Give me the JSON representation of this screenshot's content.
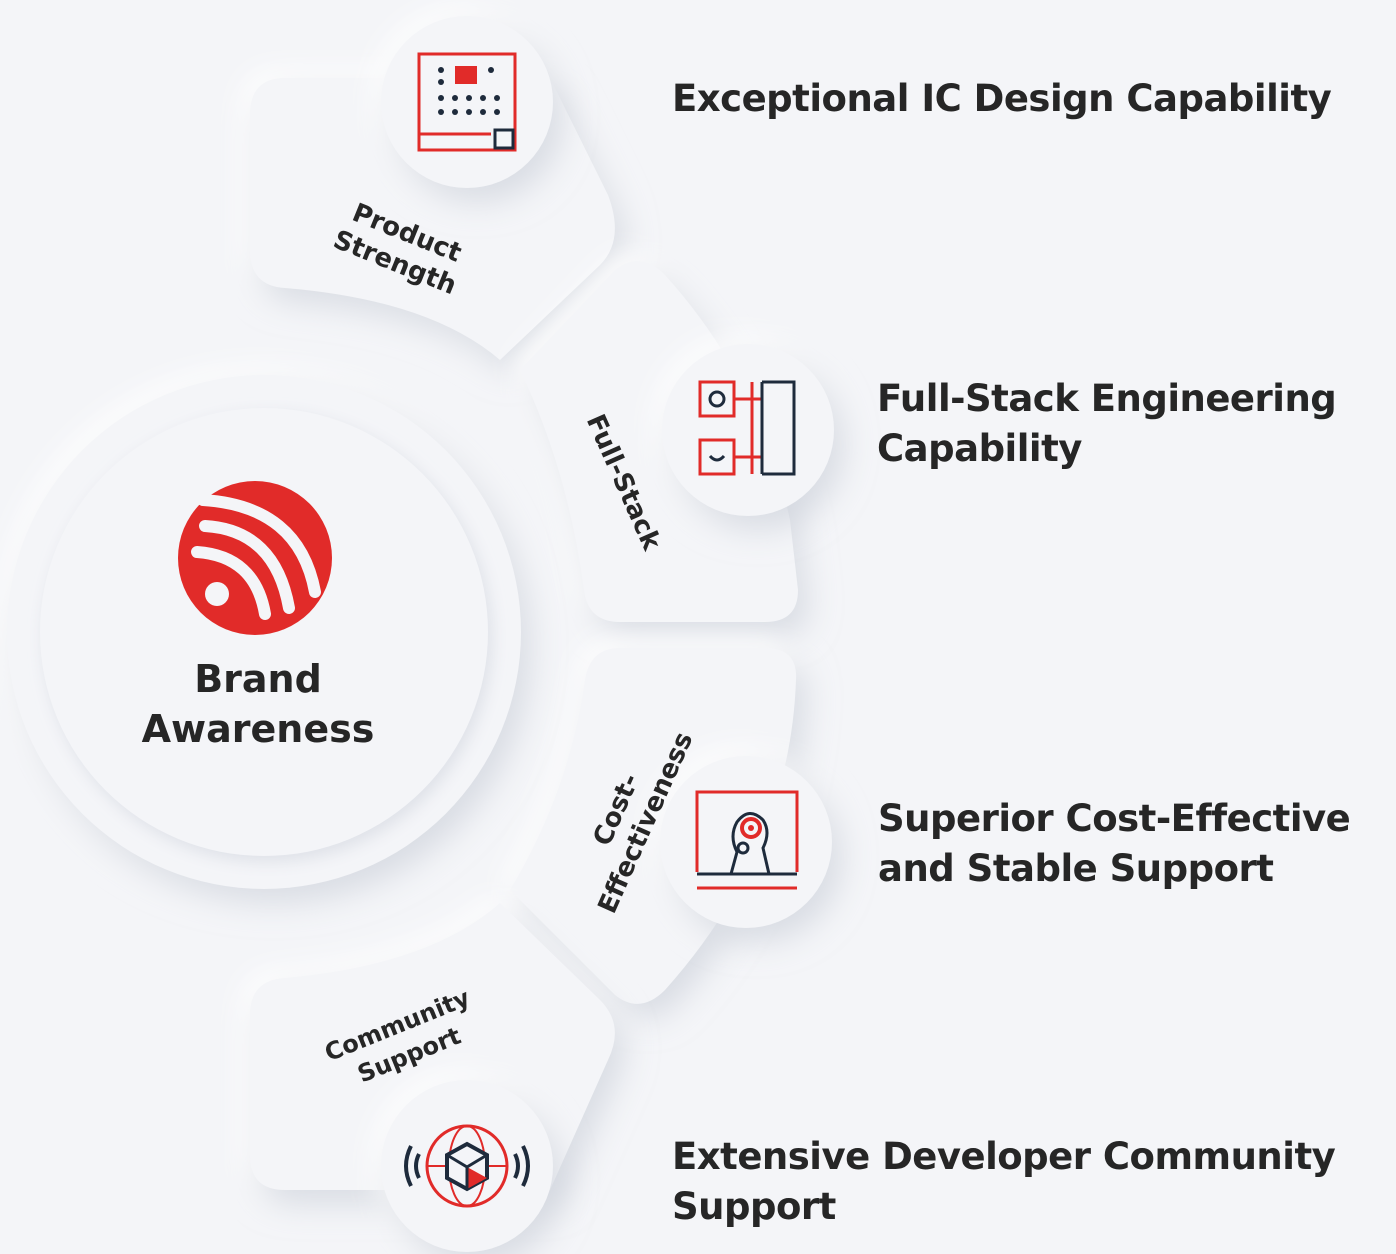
{
  "center": {
    "title_line1": "Brand",
    "title_line2": "Awareness",
    "logo_icon": "brand-logo-icon"
  },
  "segments": [
    {
      "label_lines": [
        "Product",
        "Strength"
      ],
      "icon": "ic-chip-icon",
      "heading_lines": [
        "Exceptional IC Design Capability"
      ]
    },
    {
      "label_lines": [
        "Full-Stack"
      ],
      "icon": "full-stack-icon",
      "heading_lines": [
        "Full-Stack Engineering",
        "Capability"
      ]
    },
    {
      "label_lines": [
        "Cost-",
        "Effectiveness"
      ],
      "icon": "support-gear-head-icon",
      "heading_lines": [
        "Superior Cost-Effective",
        "and Stable Support"
      ]
    },
    {
      "label_lines": [
        "Community",
        "Support"
      ],
      "icon": "community-globe-icon",
      "heading_lines": [
        "Extensive Developer Community",
        "Support"
      ]
    }
  ],
  "colors": {
    "accent": "#e12b29",
    "dark": "#1e2b3c",
    "text": "#262626",
    "background": "#f4f5f8",
    "card": "#f4f5f8"
  }
}
